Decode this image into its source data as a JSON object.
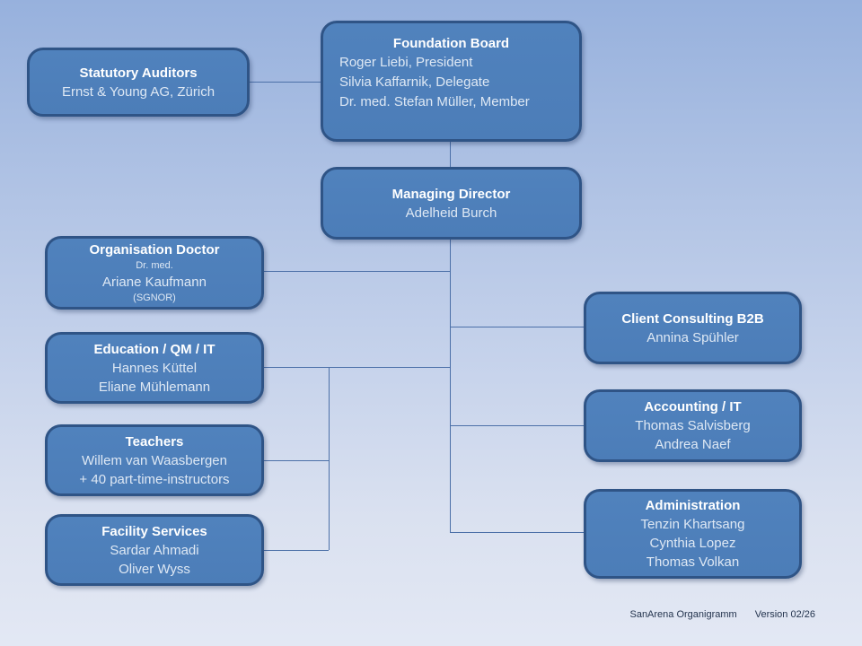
{
  "colors": {
    "background_top": "#97B1DD",
    "background_bottom": "#E3E8F4",
    "node_fill": "#4F81BD",
    "node_border": "#2F5486",
    "connector": "#4C70A8"
  },
  "boxes": [
    {
      "id": "statutory-auditors",
      "title": "Statutory Auditors",
      "lines": [
        "Ernst & Young AG, Zürich"
      ]
    },
    {
      "id": "foundation-board",
      "title": "Foundation Board",
      "lines": [
        "Roger Liebi, President",
        "Silvia Kaffarnik, Delegate",
        "Dr. med. Stefan Müller, Member"
      ]
    },
    {
      "id": "managing-director",
      "title": "Managing Director",
      "lines": [
        "Adelheid Burch"
      ]
    },
    {
      "id": "organisation-doctor",
      "title": "Organisation Doctor",
      "lines": [
        "Dr. med.",
        "Ariane Kaufmann",
        "(SGNOR)"
      ]
    },
    {
      "id": "education-qm-it",
      "title": "Education / QM / IT",
      "lines": [
        "Hannes Küttel",
        "Eliane Mühlemann"
      ]
    },
    {
      "id": "teachers",
      "title": "Teachers",
      "lines": [
        "Willem van Waasbergen",
        "+ 40 part-time-instructors"
      ]
    },
    {
      "id": "facility-services",
      "title": "Facility Services",
      "lines": [
        "Sardar Ahmadi",
        "Oliver Wyss"
      ]
    },
    {
      "id": "client-consulting-b2b",
      "title": "Client Consulting B2B",
      "lines": [
        "Annina Spühler"
      ]
    },
    {
      "id": "accounting-it",
      "title": "Accounting / IT",
      "lines": [
        "Thomas Salvisberg",
        "Andrea Naef"
      ]
    },
    {
      "id": "administration",
      "title": "Administration",
      "lines": [
        "Tenzin Khartsang",
        "Cynthia Lopez",
        "Thomas Volkan"
      ]
    }
  ],
  "footer": {
    "document": "SanArena Organigramm",
    "version": "Version 02/26"
  }
}
